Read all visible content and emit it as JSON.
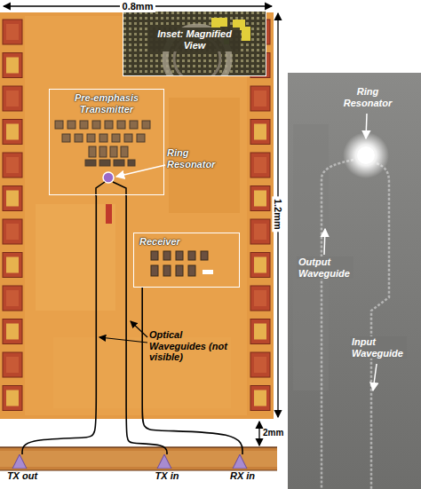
{
  "diagram": {
    "nodes": [
      {
        "text": [
          "Inset: Magnified View"
        ]
      },
      {
        "text": [
          "Pre-emphasis Transmitter"
        ]
      },
      {
        "text": [
          "Receiver"
        ]
      },
      {
        "text": [
          "TX out"
        ]
      },
      {
        "text": [
          "TX in"
        ]
      },
      {
        "text": [
          "RX in"
        ]
      }
    ],
    "edges": [
      {
        "from": 1,
        "to": 3,
        "arrow": "none"
      },
      {
        "from": 4,
        "to": 1,
        "arrow": "none"
      },
      {
        "from": 5,
        "to": 2,
        "arrow": "none"
      }
    ],
    "labels": [
      "0.8mm",
      "Ring Resonator",
      "1.2mm",
      "Optical Waveguides (not visible)",
      "2mm",
      "Ring Resonator",
      "Output Waveguide",
      "Input Waveguide"
    ]
  }
}
